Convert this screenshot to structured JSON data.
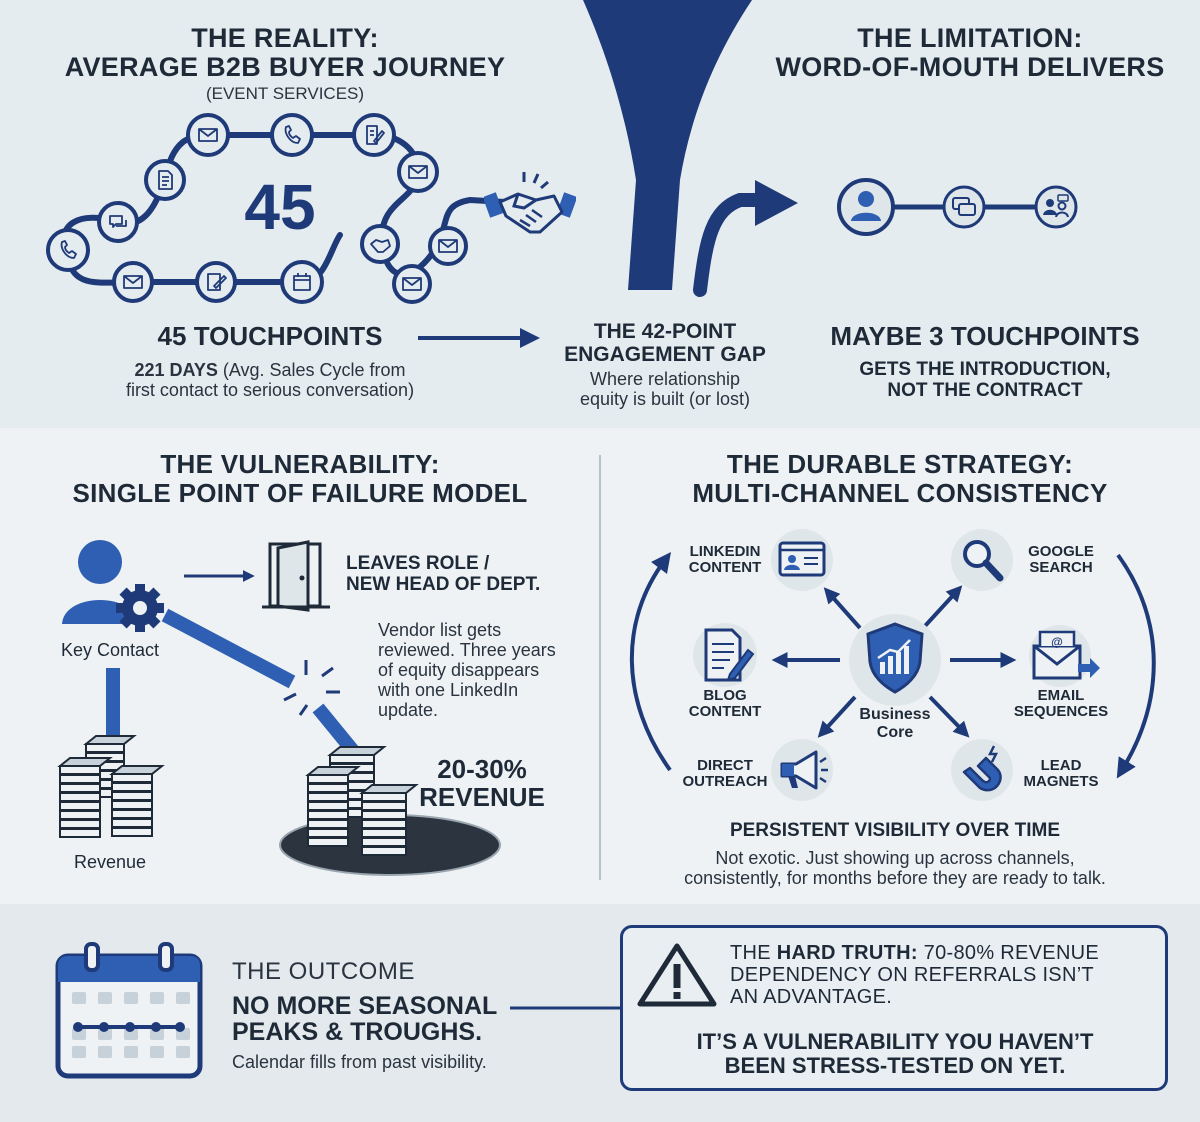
{
  "reality": {
    "title_line1": "THE REALITY:",
    "title_line2": "AVERAGE B2B BUYER JOURNEY",
    "subtitle": "(EVENT SERVICES)",
    "big_number": "45",
    "touchpoints_label": "45 TOUCHPOINTS",
    "days_bold": "221 DAYS",
    "days_rest": " (Avg. Sales Cycle from",
    "days_line2": "first contact to serious conversation)"
  },
  "gap": {
    "title_line1": "THE 42-POINT",
    "title_line2": "ENGAGEMENT GAP",
    "desc_line1": "Where relationship",
    "desc_line2": "equity is built (or lost)"
  },
  "limitation": {
    "title_line1": "THE LIMITATION:",
    "title_line2": "WORD-OF-MOUTH DELIVERS",
    "touchpoints_label": "MAYBE 3 TOUCHPOINTS",
    "desc_line1": "GETS THE INTRODUCTION,",
    "desc_line2": "NOT THE CONTRACT"
  },
  "vulnerability": {
    "title_line1": "THE VULNERABILITY:",
    "title_line2": "SINGLE POINT OF FAILURE MODEL",
    "key_contact": "Key Contact",
    "revenue": "Revenue",
    "leaves_line1": "LEAVES ROLE /",
    "leaves_line2": "NEW HEAD OF DEPT.",
    "vendor_line1": "Vendor list gets",
    "vendor_line2": "reviewed. Three years",
    "vendor_line3": "of equity disappears",
    "vendor_line4": "with one LinkedIn",
    "vendor_line5": "update.",
    "pct": "20-30%",
    "pct_label": "REVENUE"
  },
  "strategy": {
    "title_line1": "THE DURABLE STRATEGY:",
    "title_line2": "MULTI-CHANNEL CONSISTENCY",
    "core_line1": "Business",
    "core_line2": "Core",
    "channels": {
      "linkedin": [
        "LINKEDIN",
        "CONTENT"
      ],
      "google": [
        "GOOGLE",
        "SEARCH"
      ],
      "blog": [
        "BLOG",
        "CONTENT"
      ],
      "email": [
        "EMAIL",
        "SEQUENCES"
      ],
      "outreach": [
        "DIRECT",
        "OUTREACH"
      ],
      "magnets": [
        "LEAD",
        "MAGNETS"
      ]
    },
    "visibility": "PERSISTENT VISIBILITY OVER TIME",
    "visibility_line1": "Not exotic. Just showing up across channels,",
    "visibility_line2": "consistently, for months before they are ready to talk."
  },
  "outcome": {
    "label": "THE OUTCOME",
    "title_line1": "NO MORE SEASONAL",
    "title_line2": "PEAKS & TROUGHS.",
    "desc": "Calendar fills from past visibility."
  },
  "truth": {
    "prefix": "THE ",
    "bold": "HARD TRUTH:",
    "line1_rest": " 70-80% REVENUE",
    "line2": "DEPENDENCY ON REFERRALS ISN’T",
    "line3": "AN ADVANTAGE.",
    "foot_line1": "IT’S A VULNERABILITY YOU HAVEN’T",
    "foot_line2": "BEEN STRESS-TESTED ON YET."
  },
  "colors": {
    "navy": "#1f3a78",
    "blue": "#2f5fb3",
    "circle_bg": "#dfe6ea",
    "text": "#1f2a38"
  },
  "icons": {
    "journey": [
      "phone-icon",
      "chat-icon",
      "document-icon",
      "mail-icon",
      "phone-icon",
      "document-edit-icon",
      "mail-icon",
      "mail-icon",
      "handshake-icon",
      "mail-icon",
      "calendar-icon",
      "edit-icon",
      "mail-icon",
      "phone-icon"
    ],
    "word_of_mouth": [
      "person-icon",
      "chat-icon",
      "group-icon"
    ]
  }
}
